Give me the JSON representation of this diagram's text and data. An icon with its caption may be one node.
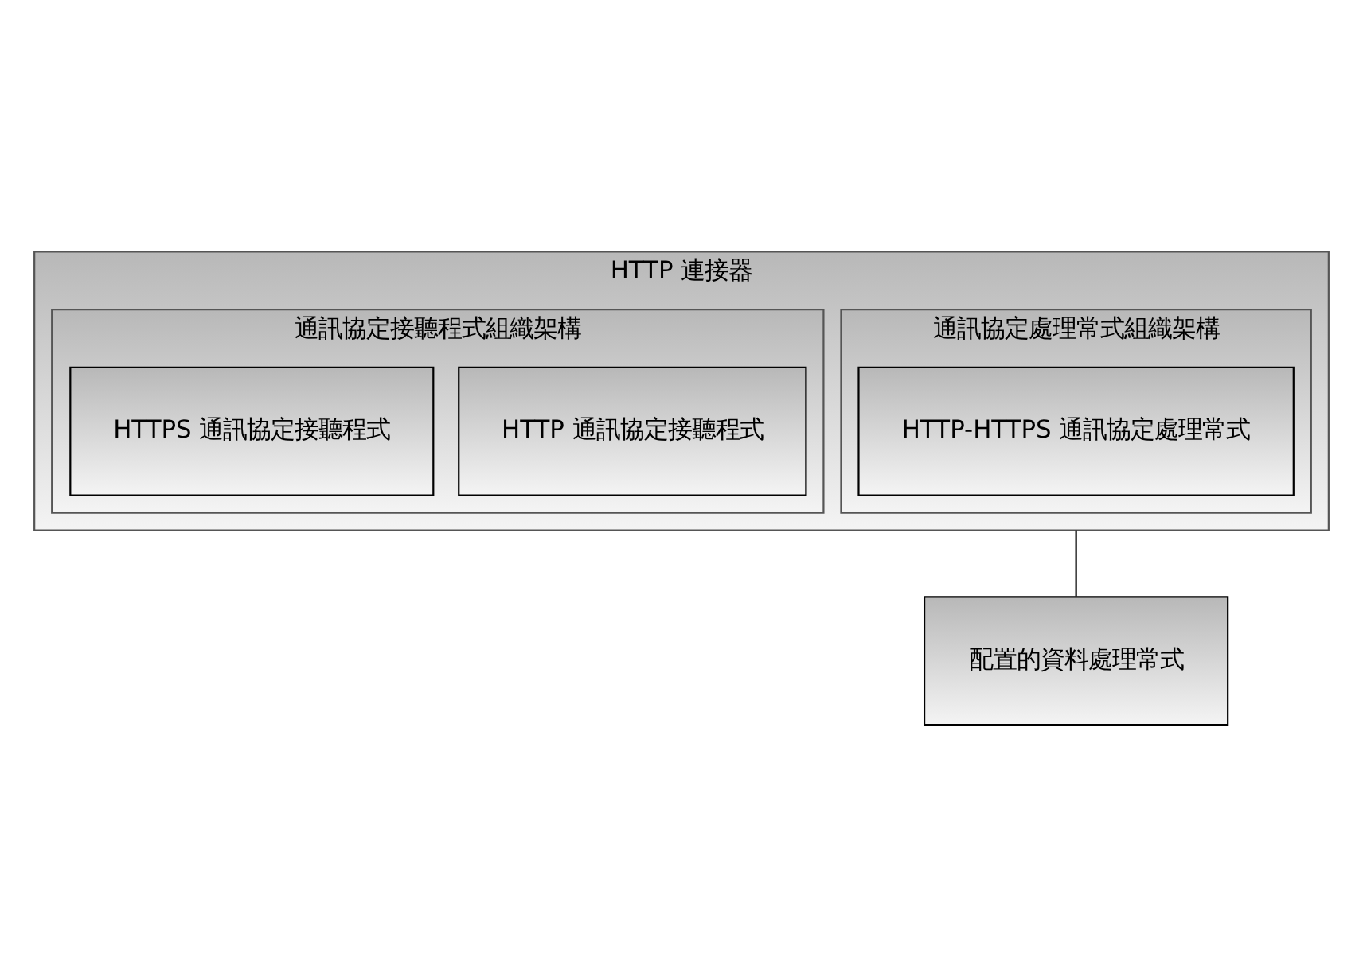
{
  "diagram": {
    "nodes": [
      {
        "text": [
          "HTTP 連接器"
        ]
      },
      {
        "text": [
          "通訊協定處理常式組織架構"
        ],
        "in": 0
      },
      {
        "text": [
          "HTTP-HTTPS 通訊協定處理常式"
        ],
        "in": 1
      },
      {
        "text": [
          "通訊協定接聽程式組織架構"
        ],
        "in": 0
      },
      {
        "text": [
          "HTTP 通訊協定接聽程式"
        ],
        "in": 3
      },
      {
        "text": [
          "HTTPS 通訊協定接聽程式"
        ],
        "in": 3
      },
      {
        "text": [
          "配置的資料處理常式"
        ]
      }
    ],
    "edges": [
      {
        "from": 0,
        "to": 6,
        "arrow": "none"
      }
    ]
  }
}
